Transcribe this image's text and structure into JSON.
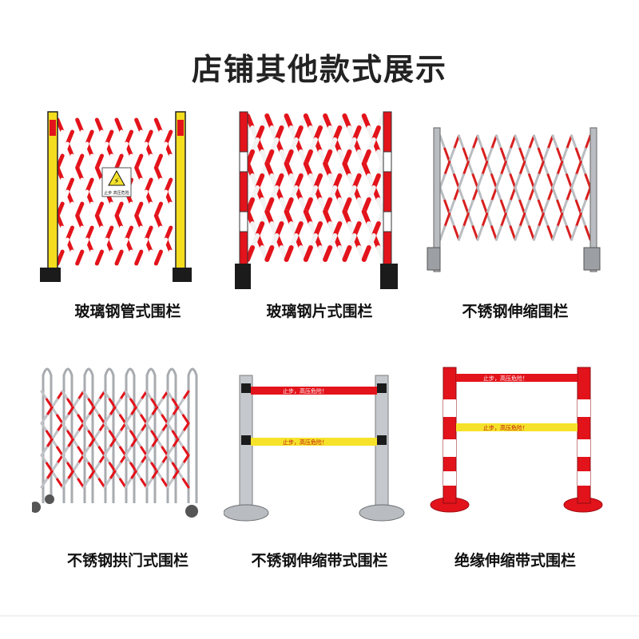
{
  "page": {
    "title": "店铺其他款式展示"
  },
  "products": [
    {
      "caption": "玻璃钢管式围栏",
      "sign_text": "止步 高压危险"
    },
    {
      "caption": "玻璃钢片式围栏"
    },
    {
      "caption": "不锈钢伸缩围栏"
    },
    {
      "caption": "不锈钢拱门式围栏"
    },
    {
      "caption": "不锈钢伸缩带式围栏",
      "belt_top": "止步，高压危险！",
      "belt_bottom": "止步，高压危险！"
    },
    {
      "caption": "绝缘伸缩带式围栏",
      "belt_top": "止步，高压危险！",
      "belt_bottom": "止步，高压危险！"
    }
  ],
  "colors": {
    "red": "#e3131b",
    "yellow": "#f6e22a",
    "steel": "#b9bcc0",
    "black": "#1b1b1b"
  }
}
